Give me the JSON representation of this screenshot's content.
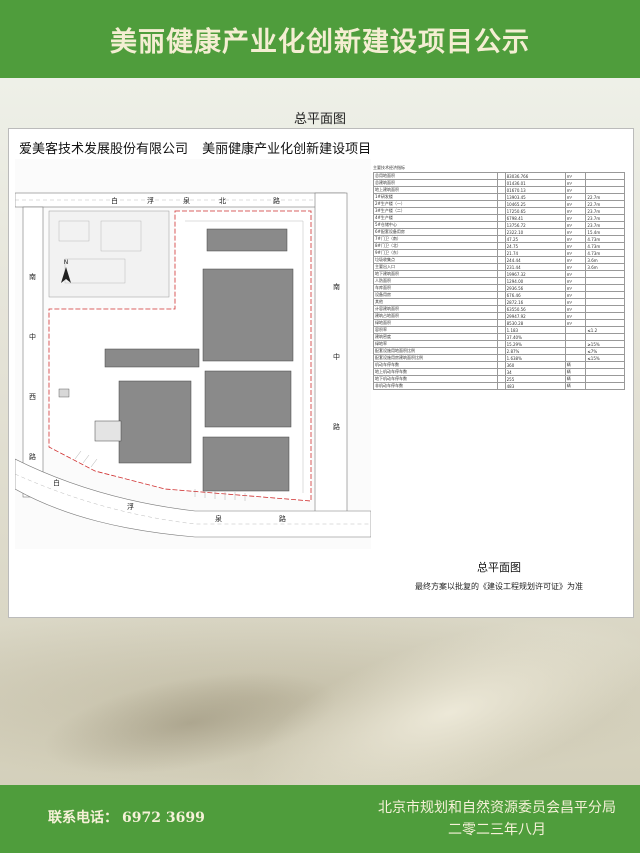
{
  "banner": {
    "title": "美丽健康产业化创新建设项目公示"
  },
  "section": {
    "title": "总平面图"
  },
  "board": {
    "company": "爱美客技术发展股份有限公司",
    "project": "美丽健康产业化创新建设项目",
    "caption": "总平面图",
    "note": "最终方案以批复的《建设工程规划许可证》为准"
  },
  "site_plan": {
    "roads": {
      "north": [
        "白",
        "浮",
        "泉",
        "北",
        "路"
      ],
      "south": [
        "白",
        "浮",
        "泉",
        "路"
      ],
      "east": [
        "南",
        "中",
        "路"
      ],
      "west": [
        "南",
        "中",
        "西",
        "路"
      ]
    },
    "north_label": "N"
  },
  "tech_table": {
    "title": "主要技术经济指标",
    "rows": [
      [
        "总用地面积",
        "",
        "83036.766",
        "m²",
        ""
      ],
      [
        "总建筑面积",
        "",
        "01436.01",
        "m²",
        ""
      ],
      [
        "地上建筑面积",
        "",
        "01670.13",
        "m²",
        ""
      ],
      [
        "1#研发楼",
        "",
        "13903.45",
        "m²",
        "22.7m"
      ],
      [
        "2#生产楼（一）",
        "",
        "10465.25",
        "m²",
        "22.7m"
      ],
      [
        "3#生产楼（二）",
        "",
        "17250.65",
        "m²",
        "23.7m"
      ],
      [
        "4#生产楼",
        "",
        "6798.41",
        "m²",
        "23.7m"
      ],
      [
        "5#仓储中心",
        "",
        "13756.72",
        "m²",
        "23.7m"
      ],
      [
        "6#配套设备用房",
        "",
        "2322.10",
        "m²",
        "15.4m"
      ],
      [
        "7#门卫（南）",
        "",
        "47.25",
        "m²",
        "4.73m"
      ],
      [
        "8#门卫（北）",
        "",
        "24.75",
        "m²",
        "4.73m"
      ],
      [
        "9#门卫（东）",
        "",
        "21.74",
        "m²",
        "4.73m"
      ],
      [
        "垃圾收集点",
        "",
        "244.44",
        "m²",
        "3.6m"
      ],
      [
        "主要出入口",
        "",
        "231.44",
        "m²",
        "3.6m"
      ],
      [
        "地下建筑面积",
        "",
        "19967.32",
        "m²",
        ""
      ],
      [
        "人防面积",
        "",
        "1294.00",
        "m²",
        ""
      ],
      [
        "车库面积",
        "",
        "2936.56",
        "m²",
        ""
      ],
      [
        "设备用房",
        "",
        "676.46",
        "m²",
        ""
      ],
      [
        "其他",
        "",
        "2872.16",
        "m²",
        ""
      ],
      [
        "计容建筑面积",
        "",
        "63550.56",
        "m²",
        ""
      ],
      [
        "建筑占地面积",
        "",
        "29947.92",
        "m²",
        ""
      ],
      [
        "绿地面积",
        "",
        "8530.28",
        "m²",
        ""
      ],
      [
        "容积率",
        "",
        "1.183",
        "",
        "≤1.2"
      ],
      [
        "建筑密度",
        "",
        "37.40%",
        "",
        ""
      ],
      [
        "绿地率",
        "",
        "15.29%",
        "",
        "≥15%"
      ],
      [
        "配套设施用地面积比例",
        "",
        "2.87%",
        "",
        "≤7%"
      ],
      [
        "配套设施用房建筑面积比例",
        "",
        "1.638%",
        "",
        "≤15%"
      ],
      [
        "机动车停车数",
        "",
        "360",
        "辆",
        ""
      ],
      [
        "地上机动车停车数",
        "",
        "34",
        "辆",
        ""
      ],
      [
        "地下机动车停车数",
        "",
        "255",
        "辆",
        ""
      ],
      [
        "非机动车停车数",
        "",
        "483",
        "辆",
        ""
      ]
    ]
  },
  "footer": {
    "phone_label": "联系电话：",
    "phone": "6972 3699",
    "issuer": "北京市规划和自然资源委员会昌平分局",
    "date": "二零二三年八月"
  },
  "colors": {
    "banner": "#4f9d3c",
    "banner_text": "#f4eed2",
    "building": "#8a8a8a",
    "road_fill": "#ffffff"
  }
}
